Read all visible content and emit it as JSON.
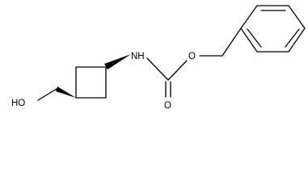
{
  "molecule": {
    "atom_labels": {
      "hydroxyl": "HO",
      "amine": "NH",
      "ester_oxygen": "O",
      "carbonyl_oxygen": "O"
    },
    "bond_color": "#000000",
    "label_color": "#000000",
    "stereo_bonds": "wedge"
  }
}
